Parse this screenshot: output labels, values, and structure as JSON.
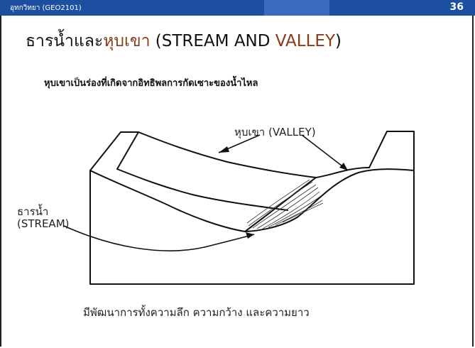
{
  "header": {
    "course": "อุทกวิทยา (GEO2101)",
    "page_number": "36"
  },
  "title": {
    "part1": "ธารน้ำและ",
    "part2": "หุบเขา",
    "part3": " (STREAM AND ",
    "part4": "VALLEY",
    "part5": ")"
  },
  "subtitle": "หุบเขาเป็นร่องที่เกิดจากอิทธิพลการกัดเซาะของน้ำไหล",
  "figure": {
    "valley_label": "หุบเขา (VALLEY)",
    "stream_label_line1": "ธารน้ำ",
    "stream_label_line2": "(STREAM)"
  },
  "caption": "มีพัฒนาการทั้งความลึก ความกว้าง และความยาว",
  "colors": {
    "header": "#1d4fa0",
    "accent": "#8a3a14"
  }
}
